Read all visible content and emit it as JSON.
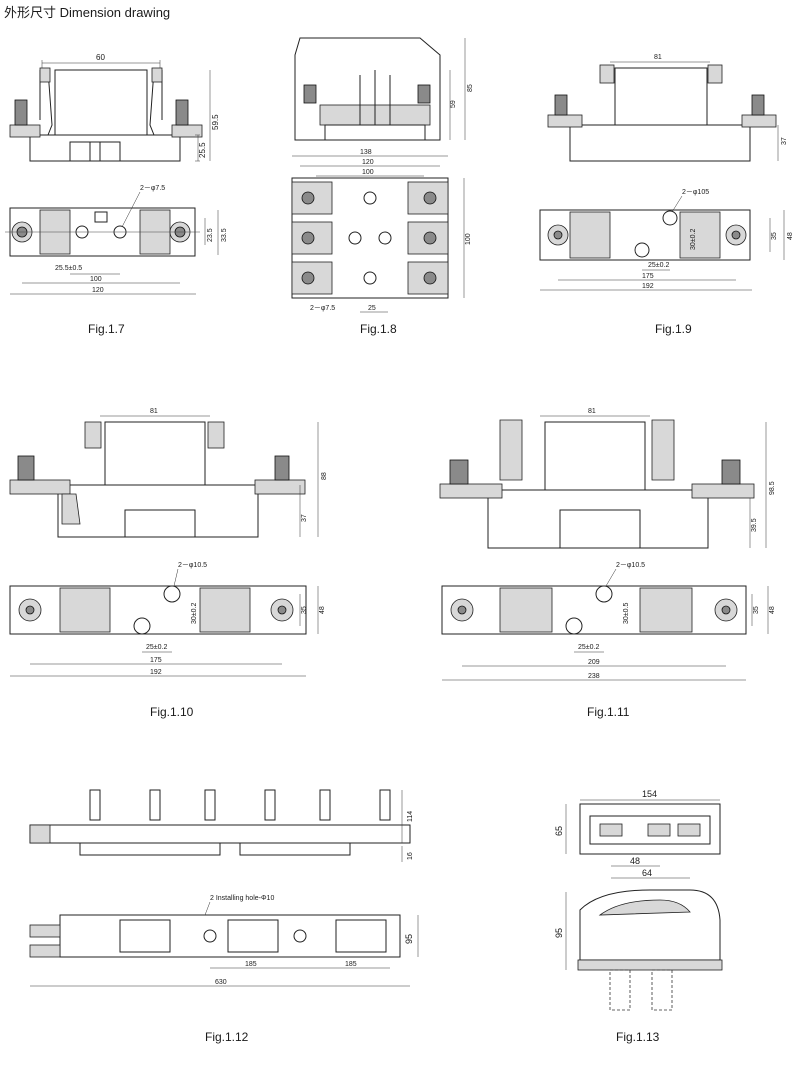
{
  "page": {
    "title": "外形尺寸 Dimension drawing"
  },
  "figures": {
    "f17": {
      "caption": "Fig.1.7",
      "dims": {
        "top_width": "60",
        "height_a": "59.5",
        "height_b": "25.5",
        "holes": "2－φ7.5",
        "h1": "23.5",
        "h2": "33.5",
        "hole_tol": "25.5±0.5",
        "span": "100",
        "total": "120"
      }
    },
    "f18": {
      "caption": "Fig.1.8",
      "dims": {
        "cover_width": "138",
        "h1": "59",
        "h2": "85",
        "w1": "120",
        "w2": "100",
        "height": "100",
        "holes": "2－φ7.5",
        "pitch": "25"
      }
    },
    "f19": {
      "caption": "Fig.1.9",
      "dims": {
        "top_width": "81",
        "height": "37",
        "holes": "2－φ105",
        "tol": "30±0.2",
        "h1": "35",
        "h2": "48",
        "pitch": "25±0.2",
        "span": "175",
        "total": "192"
      }
    },
    "f110": {
      "caption": "Fig.1.10",
      "dims": {
        "top_width": "81",
        "h_total": "88",
        "h_base": "37",
        "holes": "2－φ10.5",
        "tol": "30±0.2",
        "h1": "35",
        "h2": "48",
        "pitch": "25±0.2",
        "span": "175",
        "total": "192"
      }
    },
    "f111": {
      "caption": "Fig.1.11",
      "dims": {
        "top_width": "81",
        "h_total": "98.5",
        "h_base": "39.5",
        "holes": "2－φ10.5",
        "tol": "30±0.5",
        "h1": "35",
        "h2": "48",
        "pitch": "25±0.2",
        "span": "209",
        "total": "238"
      }
    },
    "f112": {
      "caption": "Fig.1.12",
      "dims": {
        "h_top": "114",
        "h_low": "16",
        "hole_note": "2 Installing hole-Φ10",
        "h_plan": "95",
        "pitch1": "185",
        "pitch2": "185",
        "total": "630"
      }
    },
    "f113": {
      "caption": "Fig.1.13",
      "dims": {
        "width": "154",
        "height": "65",
        "inner1": "48",
        "inner2": "64",
        "side_h": "95"
      }
    }
  }
}
